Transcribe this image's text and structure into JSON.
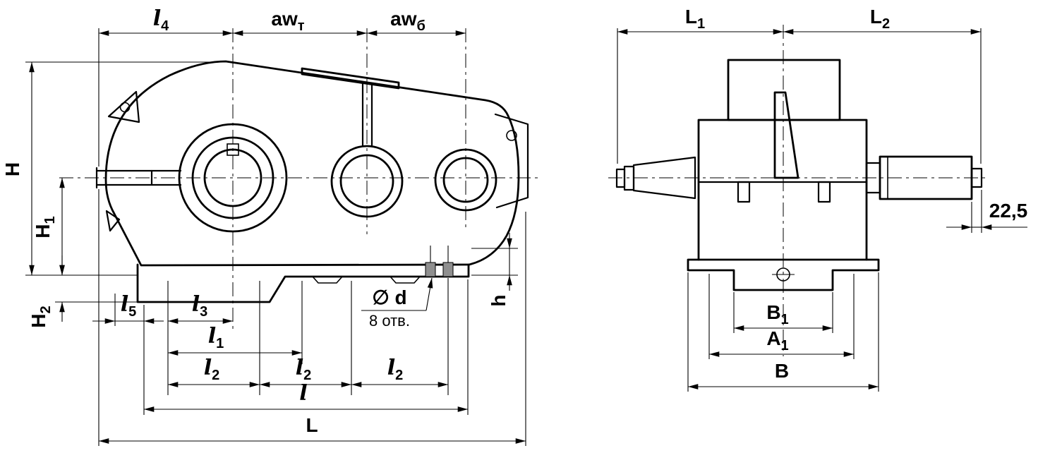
{
  "meta": {
    "background": "#ffffff",
    "ink": "#000000",
    "hole_fill": "#8f8f8f"
  },
  "side_view": {
    "top": {
      "l4": {
        "main": "l",
        "sub": "4"
      },
      "awt": {
        "main": "aw",
        "sub": "т"
      },
      "awb": {
        "main": "aw",
        "sub": "б"
      }
    },
    "left": {
      "H": {
        "main": "H",
        "sub": ""
      },
      "H1": {
        "main": "H",
        "sub": "1"
      },
      "H2": {
        "main": "H",
        "sub": "2"
      }
    },
    "bottom": {
      "l5": {
        "main": "l",
        "sub": "5"
      },
      "l3": {
        "main": "l",
        "sub": "3"
      },
      "l1": {
        "main": "l",
        "sub": "1"
      },
      "l2a": {
        "main": "l",
        "sub": "2"
      },
      "l2b": {
        "main": "l",
        "sub": "2"
      },
      "l2c": {
        "main": "l",
        "sub": "2"
      },
      "l": {
        "main": "l",
        "sub": ""
      },
      "L": {
        "main": "L",
        "sub": ""
      }
    },
    "right": {
      "h": "h"
    },
    "holes": {
      "dia": "∅ d",
      "note": "8 отв."
    }
  },
  "end_view": {
    "top": {
      "L1": {
        "main": "L",
        "sub": "1"
      },
      "L2": {
        "main": "L",
        "sub": "2"
      }
    },
    "right": {
      "offset": "22,5"
    },
    "bottom": {
      "B1": {
        "main": "B",
        "sub": "1"
      },
      "A1": {
        "main": "A",
        "sub": "1"
      },
      "B": {
        "main": "B",
        "sub": ""
      }
    }
  }
}
